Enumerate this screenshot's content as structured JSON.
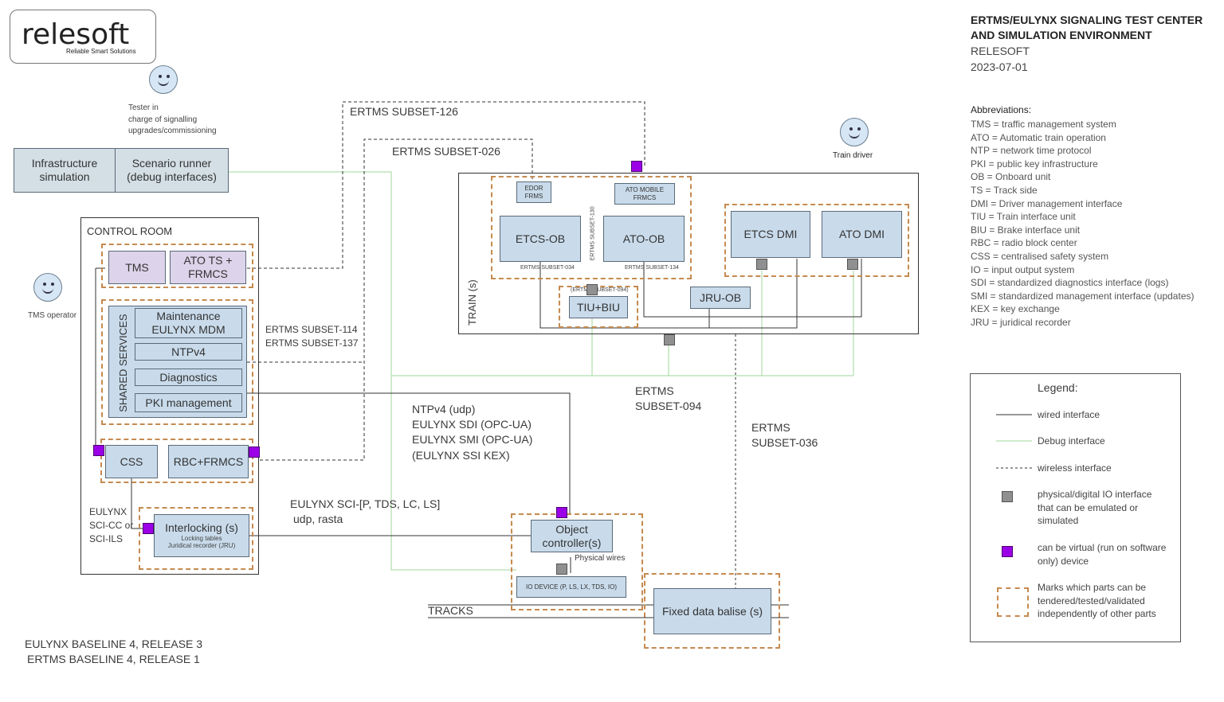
{
  "logo": {
    "name": "relesoft",
    "tagline": "Reliable Smart Solutions"
  },
  "header": {
    "title_line1": "ERTMS/EULYNX SIGNALING TEST CENTER",
    "title_line2": "AND SIMULATION ENVIRONMENT",
    "company": "RELESOFT",
    "date": "2023-07-01"
  },
  "abbreviations": {
    "heading": "Abbreviations:",
    "items": [
      "TMS = traffic management system",
      "ATO = Automatic train operation",
      "NTP = network time protocol",
      "PKI = public key infrastructure",
      "OB = Onboard unit",
      "TS = Track side",
      "DMI = Driver management interface",
      "TIU = Train interface unit",
      "BIU = Brake interface unit",
      "RBC = radio block center",
      "CSS = centralised safety system",
      "IO = input output system",
      "SDI = standardized diagnostics interface (logs)",
      "SMI = standardized management interface (updates)",
      "KEX = key exchange",
      "JRU = juridical recorder"
    ]
  },
  "legend": {
    "title": "Legend:",
    "wired": "wired interface",
    "debug": "Debug interface",
    "wireless": "wireless interface",
    "io": "physical/digital IO interface that can be emulated or simulated",
    "virtual": "can be virtual (run on software only) device",
    "marks": "Marks which parts can be tendered/tested/validated independently of other parts",
    "colors": {
      "wired": "#333333",
      "debug": "#9fd79a",
      "io": "#909090",
      "virtual": "#9b00e6",
      "marks": "#c58a4f"
    }
  },
  "actors": {
    "tester_l1": "Tester in",
    "tester_l2": "charge of signalling",
    "tester_l3": "upgrades/commissioning",
    "train_driver": "Train driver",
    "tms_operator": "TMS operator"
  },
  "top_boxes": {
    "infra_l1": "Infrastructure",
    "infra_l2": "simulation",
    "scenario_l1": "Scenario runner",
    "scenario_l2": "(debug interfaces)"
  },
  "control_room": {
    "title": "CONTROL ROOM",
    "tms": "TMS",
    "ato_l1": "ATO TS +",
    "ato_l2": "FRMCS",
    "shared": "SHARED SERVICES",
    "maint_l1": "Maintenance",
    "maint_l2": "EULYNX MDM",
    "ntp": "NTPv4",
    "diag": "Diagnostics",
    "pki": "PKI management",
    "css": "CSS",
    "rbc": "RBC+FRMCS",
    "eulynx_l1": "EULYNX",
    "eulynx_l2": "SCI-CC or",
    "eulynx_l3": "SCI-ILS",
    "interlocking": "Interlocking (s)",
    "lock_l1": "Locking tables",
    "lock_l2": "Juridical recorder (JRU)"
  },
  "train": {
    "label": "TRAIN (s)",
    "edor_l1": "EDOR",
    "edor_l2": "FRMS",
    "ato_mobile_l1": "ATO MOBILE",
    "ato_mobile_l2": "FRMCS",
    "etcs_ob": "ETCS-OB",
    "ato_ob": "ATO-OB",
    "subset130": "ERTMS SUBSET-130",
    "subset034": "ERTMS SUBSET-034",
    "subset134": "ERTMS SUBSET-134",
    "subset094_small": "(ERTMS SUBSET-094)",
    "tiu_biu": "TIU+BIU",
    "jru_ob": "JRU-OB",
    "etcs_dmi": "ETCS DMI",
    "ato_dmi": "ATO DMI"
  },
  "links": {
    "s126": "ERTMS SUBSET-126",
    "s026": "ERTMS SUBSET-026",
    "s114": "ERTMS SUBSET-114",
    "s137": "ERTMS SUBSET-137",
    "s094_l1": "ERTMS",
    "s094_l2": "SUBSET-094",
    "s036_l1": "ERTMS",
    "s036_l2": "SUBSET-036",
    "proto_l1": "NTPv4 (udp)",
    "proto_l2": "EULYNX SDI (OPC-UA)",
    "proto_l3": "EULYNX SMI (OPC-UA)",
    "proto_l4": "(EULYNX SSI KEX)",
    "sci_l1": "EULYNX SCI-[P, TDS, LC, LS]",
    "sci_l2": "udp, rasta"
  },
  "field": {
    "object_l1": "Object",
    "object_l2": "controller(s)",
    "physical_wires": "Physical wires",
    "io_device": "IO DEVICE (P, LS, LX, TDS, IO)",
    "tracks": "TRACKS",
    "balise": "Fixed data balise (s)"
  },
  "footer": {
    "line1": "EULYNX BASELINE 4, RELEASE 3",
    "line2": "ERTMS BASELINE 4, RELEASE 1"
  }
}
